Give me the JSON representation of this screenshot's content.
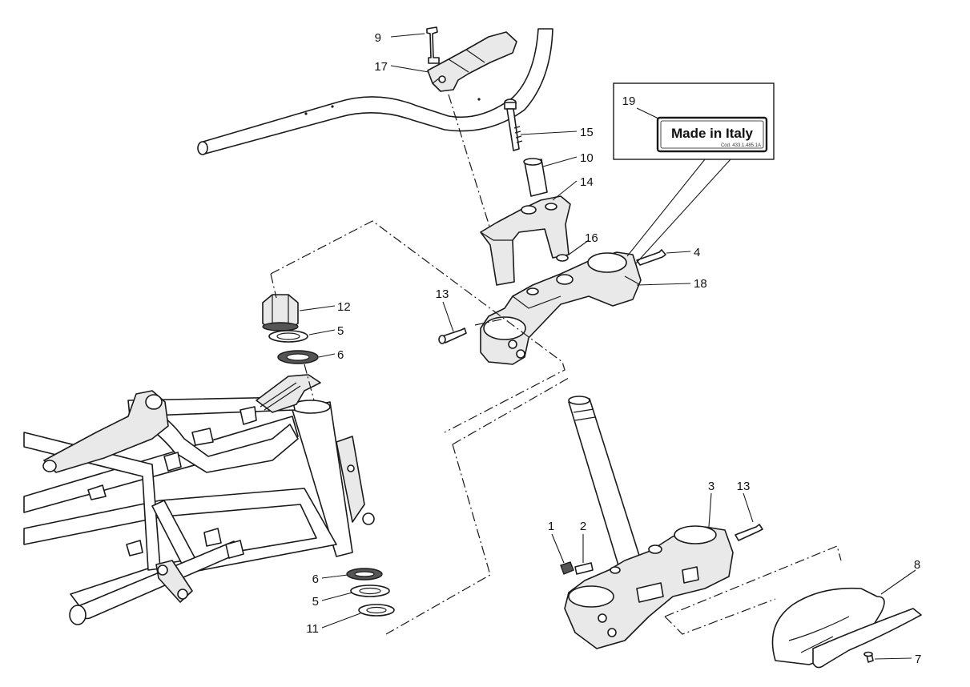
{
  "callouts": [
    "9",
    "17",
    "15",
    "10",
    "14",
    "16",
    "4",
    "18",
    "13",
    "12",
    "5",
    "6",
    "6",
    "5",
    "11",
    "1",
    "2",
    "3",
    "13",
    "8",
    "7",
    "19"
  ],
  "label": {
    "main_text": "Made in Italy",
    "sub_text": "Cod. 433.1.485.1A"
  }
}
